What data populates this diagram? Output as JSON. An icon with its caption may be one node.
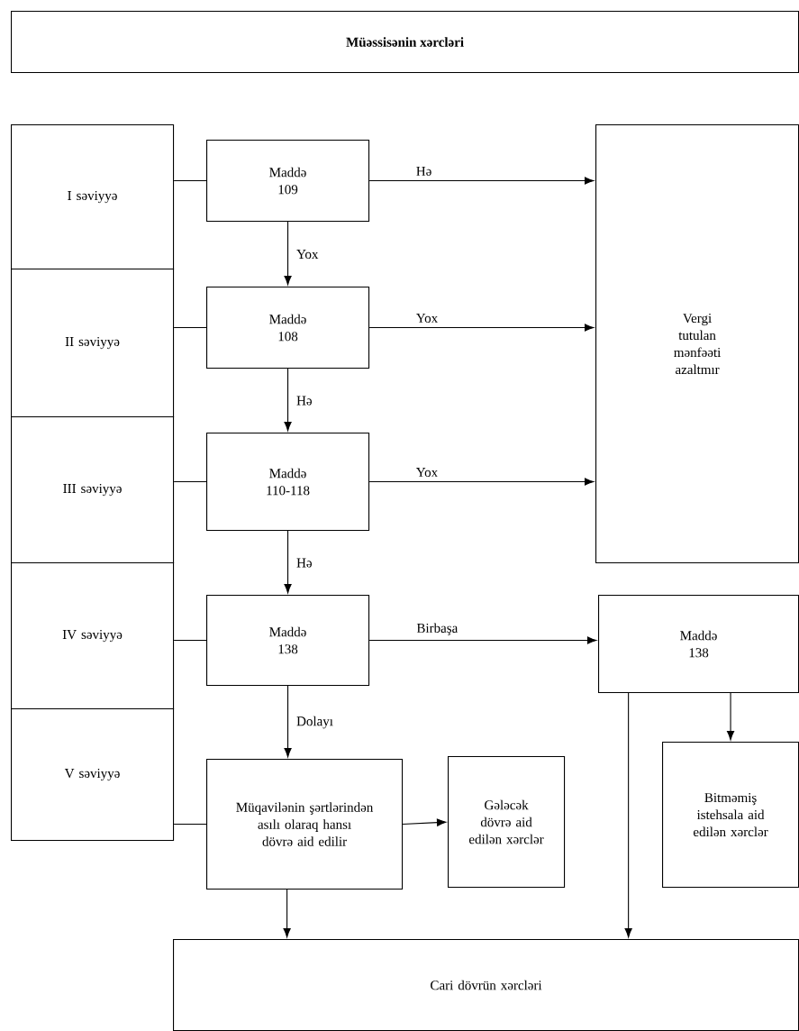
{
  "diagram": {
    "title": "Müəssisənin xərcləri",
    "nodes": [
      {
        "text": [
          "I səviyyə"
        ]
      },
      {
        "text": [
          "II səviyyə"
        ]
      },
      {
        "text": [
          "III səviyyə"
        ]
      },
      {
        "text": [
          "IV səviyyə"
        ]
      },
      {
        "text": [
          "V səviyyə"
        ]
      },
      {
        "text": [
          "Maddə 109"
        ]
      },
      {
        "text": [
          "Maddə 108"
        ]
      },
      {
        "text": [
          "Maddə 110-118"
        ]
      },
      {
        "text": [
          "Maddə 138"
        ]
      },
      {
        "text": [
          "Müqavilənin şərtlərindən asılı olaraq hansı dövrə aid edilir"
        ]
      },
      {
        "text": [
          "Gələcək dövrə aid edilən xərclər"
        ]
      },
      {
        "text": [
          "Vergi tutulan mənfəəti azaltmır"
        ]
      },
      {
        "text": [
          "Maddə 138"
        ]
      },
      {
        "text": [
          "Bitməmiş istehsala aid edilən xərclər"
        ]
      },
      {
        "text": [
          "Cari dövrün xərcləri"
        ]
      }
    ],
    "edges": [
      {
        "from": 0,
        "to": 5,
        "arrow": "none"
      },
      {
        "from": 1,
        "to": 6,
        "arrow": "none"
      },
      {
        "from": 2,
        "to": 7,
        "arrow": "none"
      },
      {
        "from": 3,
        "to": 8,
        "arrow": "none"
      },
      {
        "from": 4,
        "to": 9,
        "arrow": "none"
      },
      {
        "from": 5,
        "to": 11,
        "arrow": "to",
        "label": "Hə"
      },
      {
        "from": 5,
        "to": 6,
        "arrow": "to",
        "label": "Yox"
      },
      {
        "from": 6,
        "to": 11,
        "arrow": "to",
        "label": "Yox"
      },
      {
        "from": 6,
        "to": 7,
        "arrow": "to",
        "label": "Hə"
      },
      {
        "from": 7,
        "to": 11,
        "arrow": "to",
        "label": "Yox"
      },
      {
        "from": 7,
        "to": 8,
        "arrow": "to",
        "label": "Hə"
      },
      {
        "from": 8,
        "to": 12,
        "arrow": "to",
        "label": "Birbaşa"
      },
      {
        "from": 8,
        "to": 9,
        "arrow": "to",
        "label": "Dolayı"
      },
      {
        "from": 9,
        "to": 10,
        "arrow": "to"
      },
      {
        "from": 12,
        "to": 13,
        "arrow": "to"
      },
      {
        "from": 12,
        "to": 14,
        "arrow": "to"
      },
      {
        "from": 9,
        "to": 14,
        "arrow": "to"
      }
    ]
  }
}
